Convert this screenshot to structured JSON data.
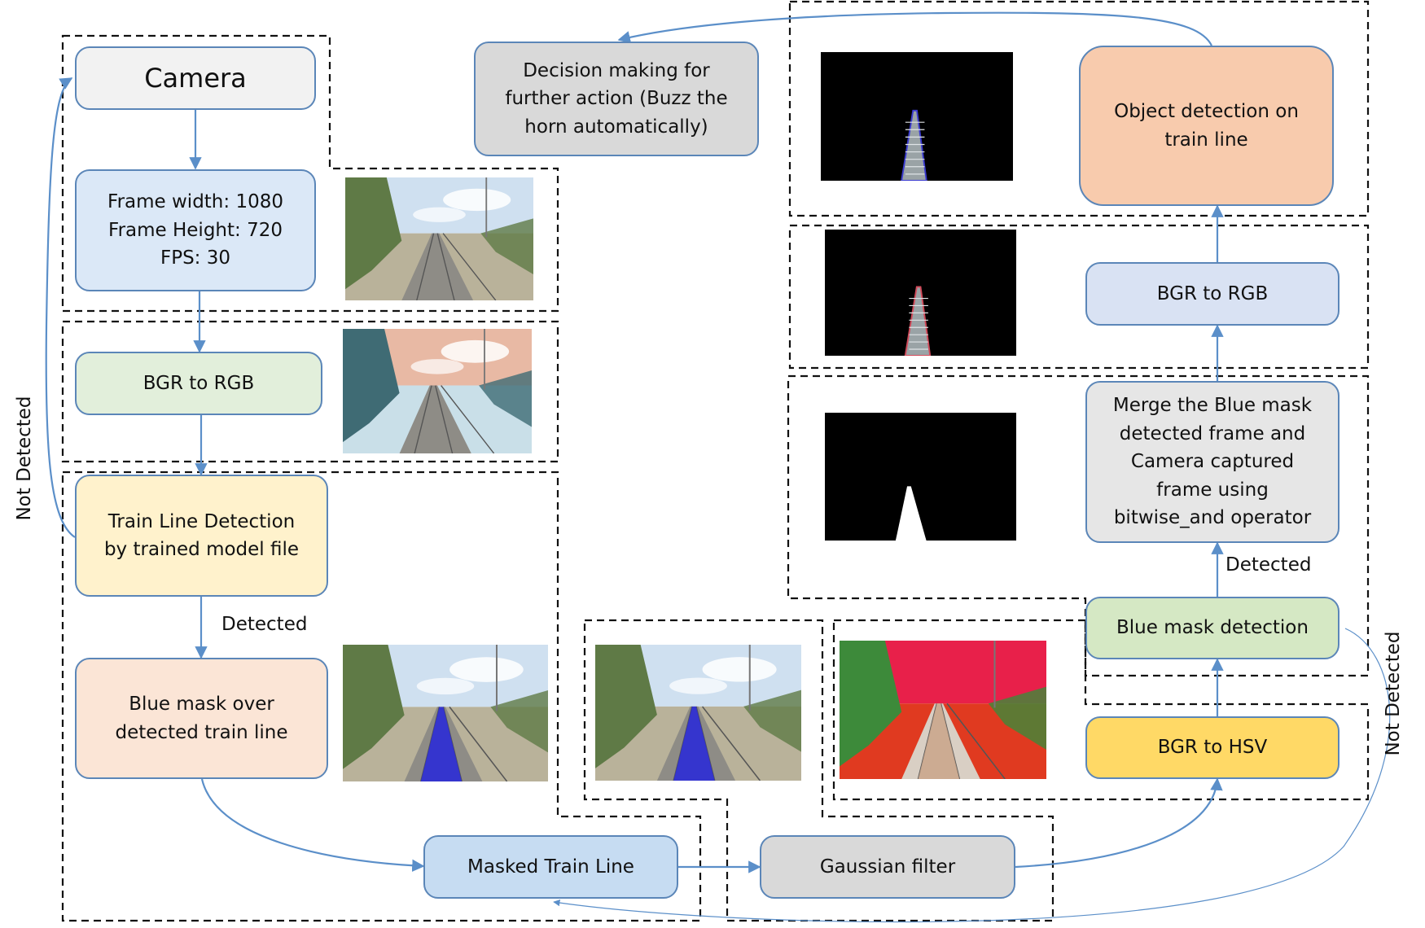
{
  "colors": {
    "arrow": "#5b8fc9",
    "dashed_border": "#111111",
    "box_border": "#5b86b8"
  },
  "boxes": {
    "camera": {
      "text": "Camera",
      "fill": "#f2f2f2"
    },
    "frame_info": {
      "text": "Frame width: 1080\nFrame Height: 720\nFPS: 30",
      "fill": "#dbe8f7"
    },
    "bgr_rgb_left": {
      "text": "BGR to RGB",
      "fill": "#e2efdb"
    },
    "train_line_detection": {
      "text": "Train Line Detection\nby trained model file",
      "fill": "#fff2cc"
    },
    "blue_mask_over": {
      "text": "Blue mask over\ndetected train line",
      "fill": "#fbe5d6"
    },
    "masked_train_line": {
      "text": "Masked Train Line",
      "fill": "#c6dcf2"
    },
    "gaussian_filter": {
      "text": "Gaussian filter",
      "fill": "#d9d9d9"
    },
    "bgr_hsv": {
      "text": "BGR to HSV",
      "fill": "#ffd966"
    },
    "blue_mask_detection": {
      "text": "Blue mask detection",
      "fill": "#d5e8c4"
    },
    "merge": {
      "text": "Merge the Blue mask\ndetected frame and\nCamera captured\nframe using\nbitwise_and operator",
      "fill": "#e6e6e6"
    },
    "bgr_rgb_right": {
      "text": "BGR to RGB",
      "fill": "#d9e2f3"
    },
    "object_detection": {
      "text": "Object detection on\ntrain line",
      "fill": "#f8cbad"
    },
    "decision": {
      "text": "Decision making for\nfurther action (Buzz the\nhorn automatically)",
      "fill": "#d9d9d9"
    }
  },
  "labels": {
    "detected_left": "Detected",
    "detected_right": "Detected",
    "not_detected_left": "Not Detected",
    "not_detected_right": "Not Detected"
  },
  "thumbnails": [
    {
      "name": "thumb-raw-frame",
      "kind": "scene",
      "sky": "#cfe0f0",
      "ground": "#b9b29a",
      "veg": "#5f7a46"
    },
    {
      "name": "thumb-rgb-frame",
      "kind": "scene",
      "sky": "#e8b9a4",
      "ground": "#c9dfe8",
      "veg": "#3f6b74"
    },
    {
      "name": "thumb-blue-mask-frame",
      "kind": "scene-mask",
      "sky": "#cfe0f0",
      "ground": "#b9b29a",
      "veg": "#5f7a46",
      "mask": "#2b2bd6"
    },
    {
      "name": "thumb-masked-line-frame",
      "kind": "scene-mask",
      "sky": "#cfe0f0",
      "ground": "#b9b29a",
      "veg": "#5f7a46",
      "mask": "#2b2bd6"
    },
    {
      "name": "thumb-hsv-frame",
      "kind": "hsv",
      "sky": "#e8204a",
      "ground": "#e03a20",
      "veg": "#3d8a3a",
      "mask": "#c9a48a"
    },
    {
      "name": "thumb-binary-mask",
      "kind": "binary"
    },
    {
      "name": "thumb-merged-frame",
      "kind": "merged",
      "outline": "#d24a5a"
    },
    {
      "name": "thumb-object-detect",
      "kind": "merged",
      "outline": "#3b3bd0"
    }
  ]
}
